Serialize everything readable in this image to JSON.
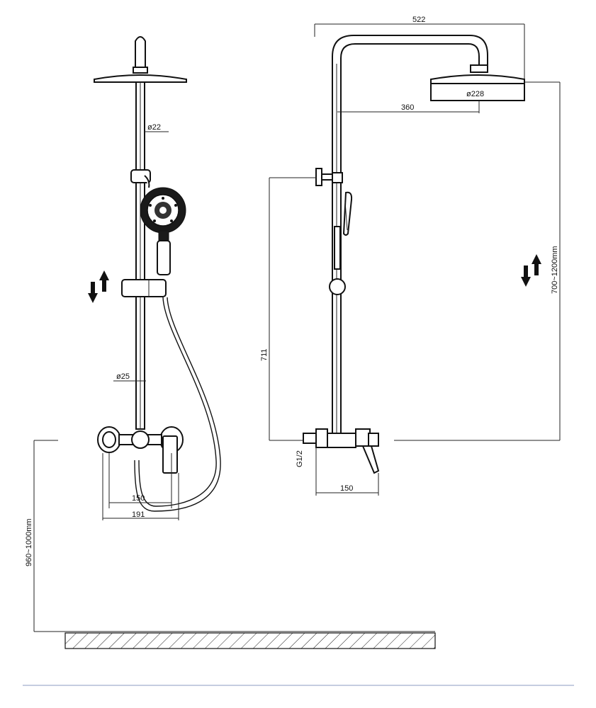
{
  "front_view": {
    "rail_diameter": "ø22",
    "lower_pipe_diameter": "ø25",
    "handle_width": "150",
    "valve_width": "191"
  },
  "side_view": {
    "arm_length": "522",
    "head_offset": "360",
    "head_diameter": "ø228",
    "height_range": "700~1200mm",
    "valve_to_holder": "711",
    "inlet_thread": "G1/2",
    "valve_width": "150"
  },
  "floor": {
    "install_height": "960~1000mm"
  }
}
